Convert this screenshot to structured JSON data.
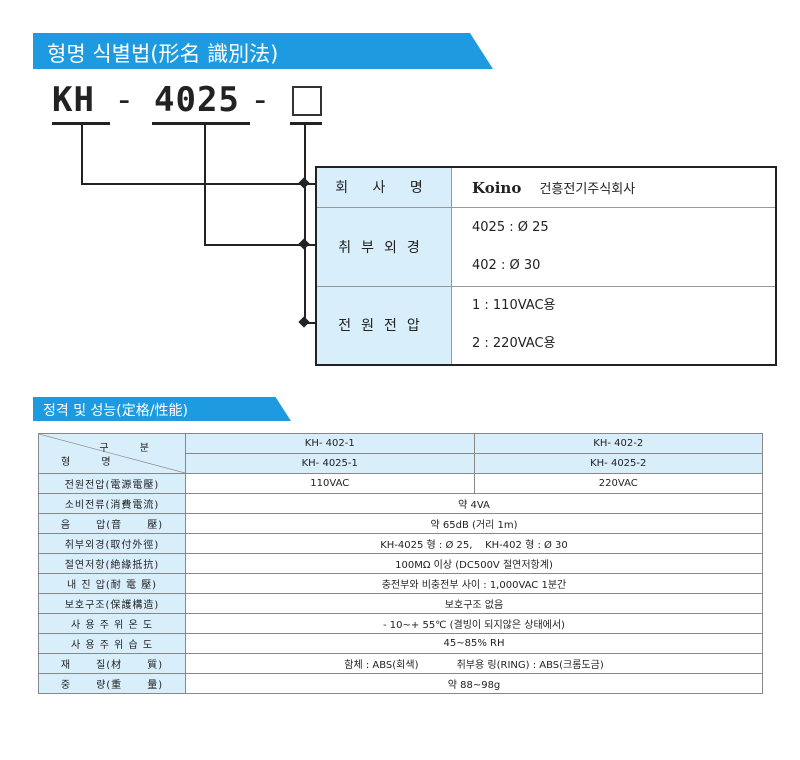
{
  "section1": {
    "title": "형명 식별법(形名 識別法)"
  },
  "model": {
    "part1": "KH",
    "sep1": "-",
    "part2": "4025",
    "sep2": "-"
  },
  "spec_table": {
    "rows": [
      {
        "label": "회 사 명",
        "brand": "Koino",
        "values": [
          "건흥전기주식회사"
        ]
      },
      {
        "label": "취부외경",
        "values": [
          "4025 : Ø 25",
          "402 : Ø 30"
        ]
      },
      {
        "label": "전원전압",
        "values": [
          "1 : 110VAC용",
          "2 : 220VAC용"
        ]
      }
    ]
  },
  "section2": {
    "title": "정격 및 성능(定格/性能)"
  },
  "perf_table": {
    "header_top": "구 분",
    "header_bottom": "형 명",
    "models_row1": [
      "KH- 402-1",
      "KH- 402-2"
    ],
    "models_row2": [
      "KH- 4025-1",
      "KH- 4025-2"
    ],
    "rows": [
      {
        "label": "전원전압(電源電壓)",
        "values": [
          "110VAC",
          "220VAC"
        ]
      },
      {
        "label": "소비전류(消費電流)",
        "values": [
          "약 4VA"
        ]
      },
      {
        "label": "음      압(音      壓)",
        "values": [
          "약 65dB (거리 1m)"
        ]
      },
      {
        "label": "취부외경(取付外徑)",
        "values": [
          "KH-4025 형 : Ø 25,    KH-402 형 : Ø 30"
        ]
      },
      {
        "label": "절연저항(絶緣抵抗)",
        "values": [
          "100MΩ 이상 (DC500V 절연저항계)"
        ]
      },
      {
        "label": "내 진 압(耐 電 壓)",
        "values": [
          "충전부와 비충전부 사이 : 1,000VAC 1분간"
        ]
      },
      {
        "label": "보호구조(保護構造)",
        "values": [
          "보호구조 없음"
        ]
      },
      {
        "label": "사 용 주 위 온 도",
        "values": [
          "- 10~+ 55℃ (결빙이 되지않은 상태에서)"
        ]
      },
      {
        "label": "사 용 주 위 습 도",
        "values": [
          "45~85% RH"
        ]
      },
      {
        "label": "재      질(材      質)",
        "values": [
          "함체 : ABS(회색)            취부용 링(RING) : ABS(크롬도금)"
        ]
      },
      {
        "label": "중      량(重      量)",
        "values": [
          "약 88~98g"
        ]
      }
    ]
  }
}
